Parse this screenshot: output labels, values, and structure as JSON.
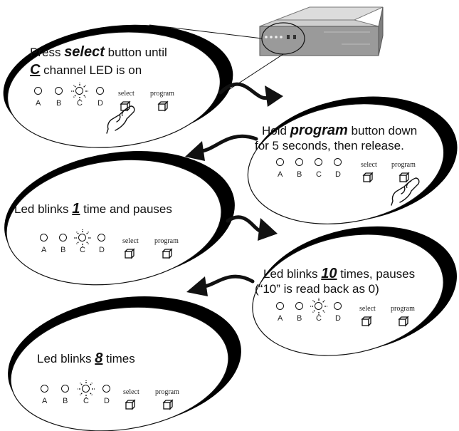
{
  "steps": [
    {
      "id": "step1",
      "line1_pre": "Press ",
      "line1_em": "select",
      "line1_post": " button until",
      "line2_em": "C",
      "line2_post": " channel LED is on"
    },
    {
      "id": "step2",
      "line1_pre": "Hold ",
      "line1_em": "program",
      "line1_post": " button down",
      "line2": "for 5 seconds, then release."
    },
    {
      "id": "step3",
      "line1_pre": "Led blinks ",
      "line1_em": "1",
      "line1_post": " time and pauses"
    },
    {
      "id": "step4",
      "line1_pre": "Led blinks ",
      "line1_em": "10",
      "line1_post": " times, pauses",
      "line2": "(“10” is read back as 0)"
    },
    {
      "id": "step5",
      "line1_pre": "Led blinks ",
      "line1_em": "8",
      "line1_post": " times"
    }
  ],
  "leds": [
    "A",
    "B",
    "C",
    "D"
  ],
  "lit_led": "C",
  "button_labels": {
    "select": "select",
    "program": "program"
  },
  "icons": [
    "select-button-icon",
    "program-button-icon",
    "hand-pointer-icon",
    "led-glow-icon",
    "device-icon",
    "curved-arrow-icon"
  ]
}
